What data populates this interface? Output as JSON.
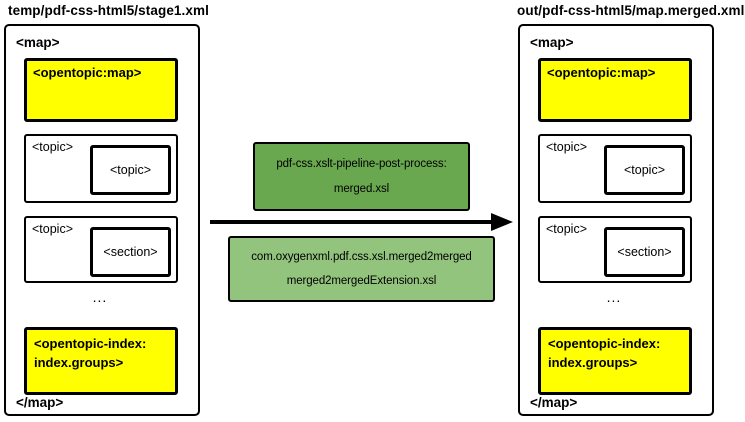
{
  "diagram": {
    "left_panel": {
      "title": "temp/pdf-css-html5/stage1.xml",
      "map_open": "<map>",
      "map_close": "</map>",
      "opentopic_map": "<opentopic:map>",
      "topic_outer_1": "<topic>",
      "topic_inner_1": "<topic>",
      "topic_outer_2": "<topic>",
      "topic_inner_2": "<section>",
      "ellipsis": "...",
      "index_line_1": "<opentopic-index:",
      "index_line_2": "index.groups>"
    },
    "right_panel": {
      "title": "out/pdf-css-html5/map.merged.xml",
      "map_open": "<map>",
      "map_close": "</map>",
      "opentopic_map": "<opentopic:map>",
      "topic_outer_1": "<topic>",
      "topic_inner_1": "<topic>",
      "topic_outer_2": "<topic>",
      "topic_inner_2": "<section>",
      "ellipsis": "...",
      "index_line_1": "<opentopic-index:",
      "index_line_2": "index.groups>"
    },
    "pipeline": {
      "stage_box": {
        "line1": "pdf-css.xslt-pipeline-post-process:",
        "line2": "merged.xsl"
      },
      "extension_box": {
        "line1": "com.oxygenxml.pdf.css.xsl.merged2merged",
        "line2": "merged2mergedExtension.xsl"
      }
    },
    "colors": {
      "highlight_yellow": "#ffff00",
      "process_green_dark": "#6aa84f",
      "process_green_light": "#93c47d",
      "line_black": "#000000"
    }
  }
}
